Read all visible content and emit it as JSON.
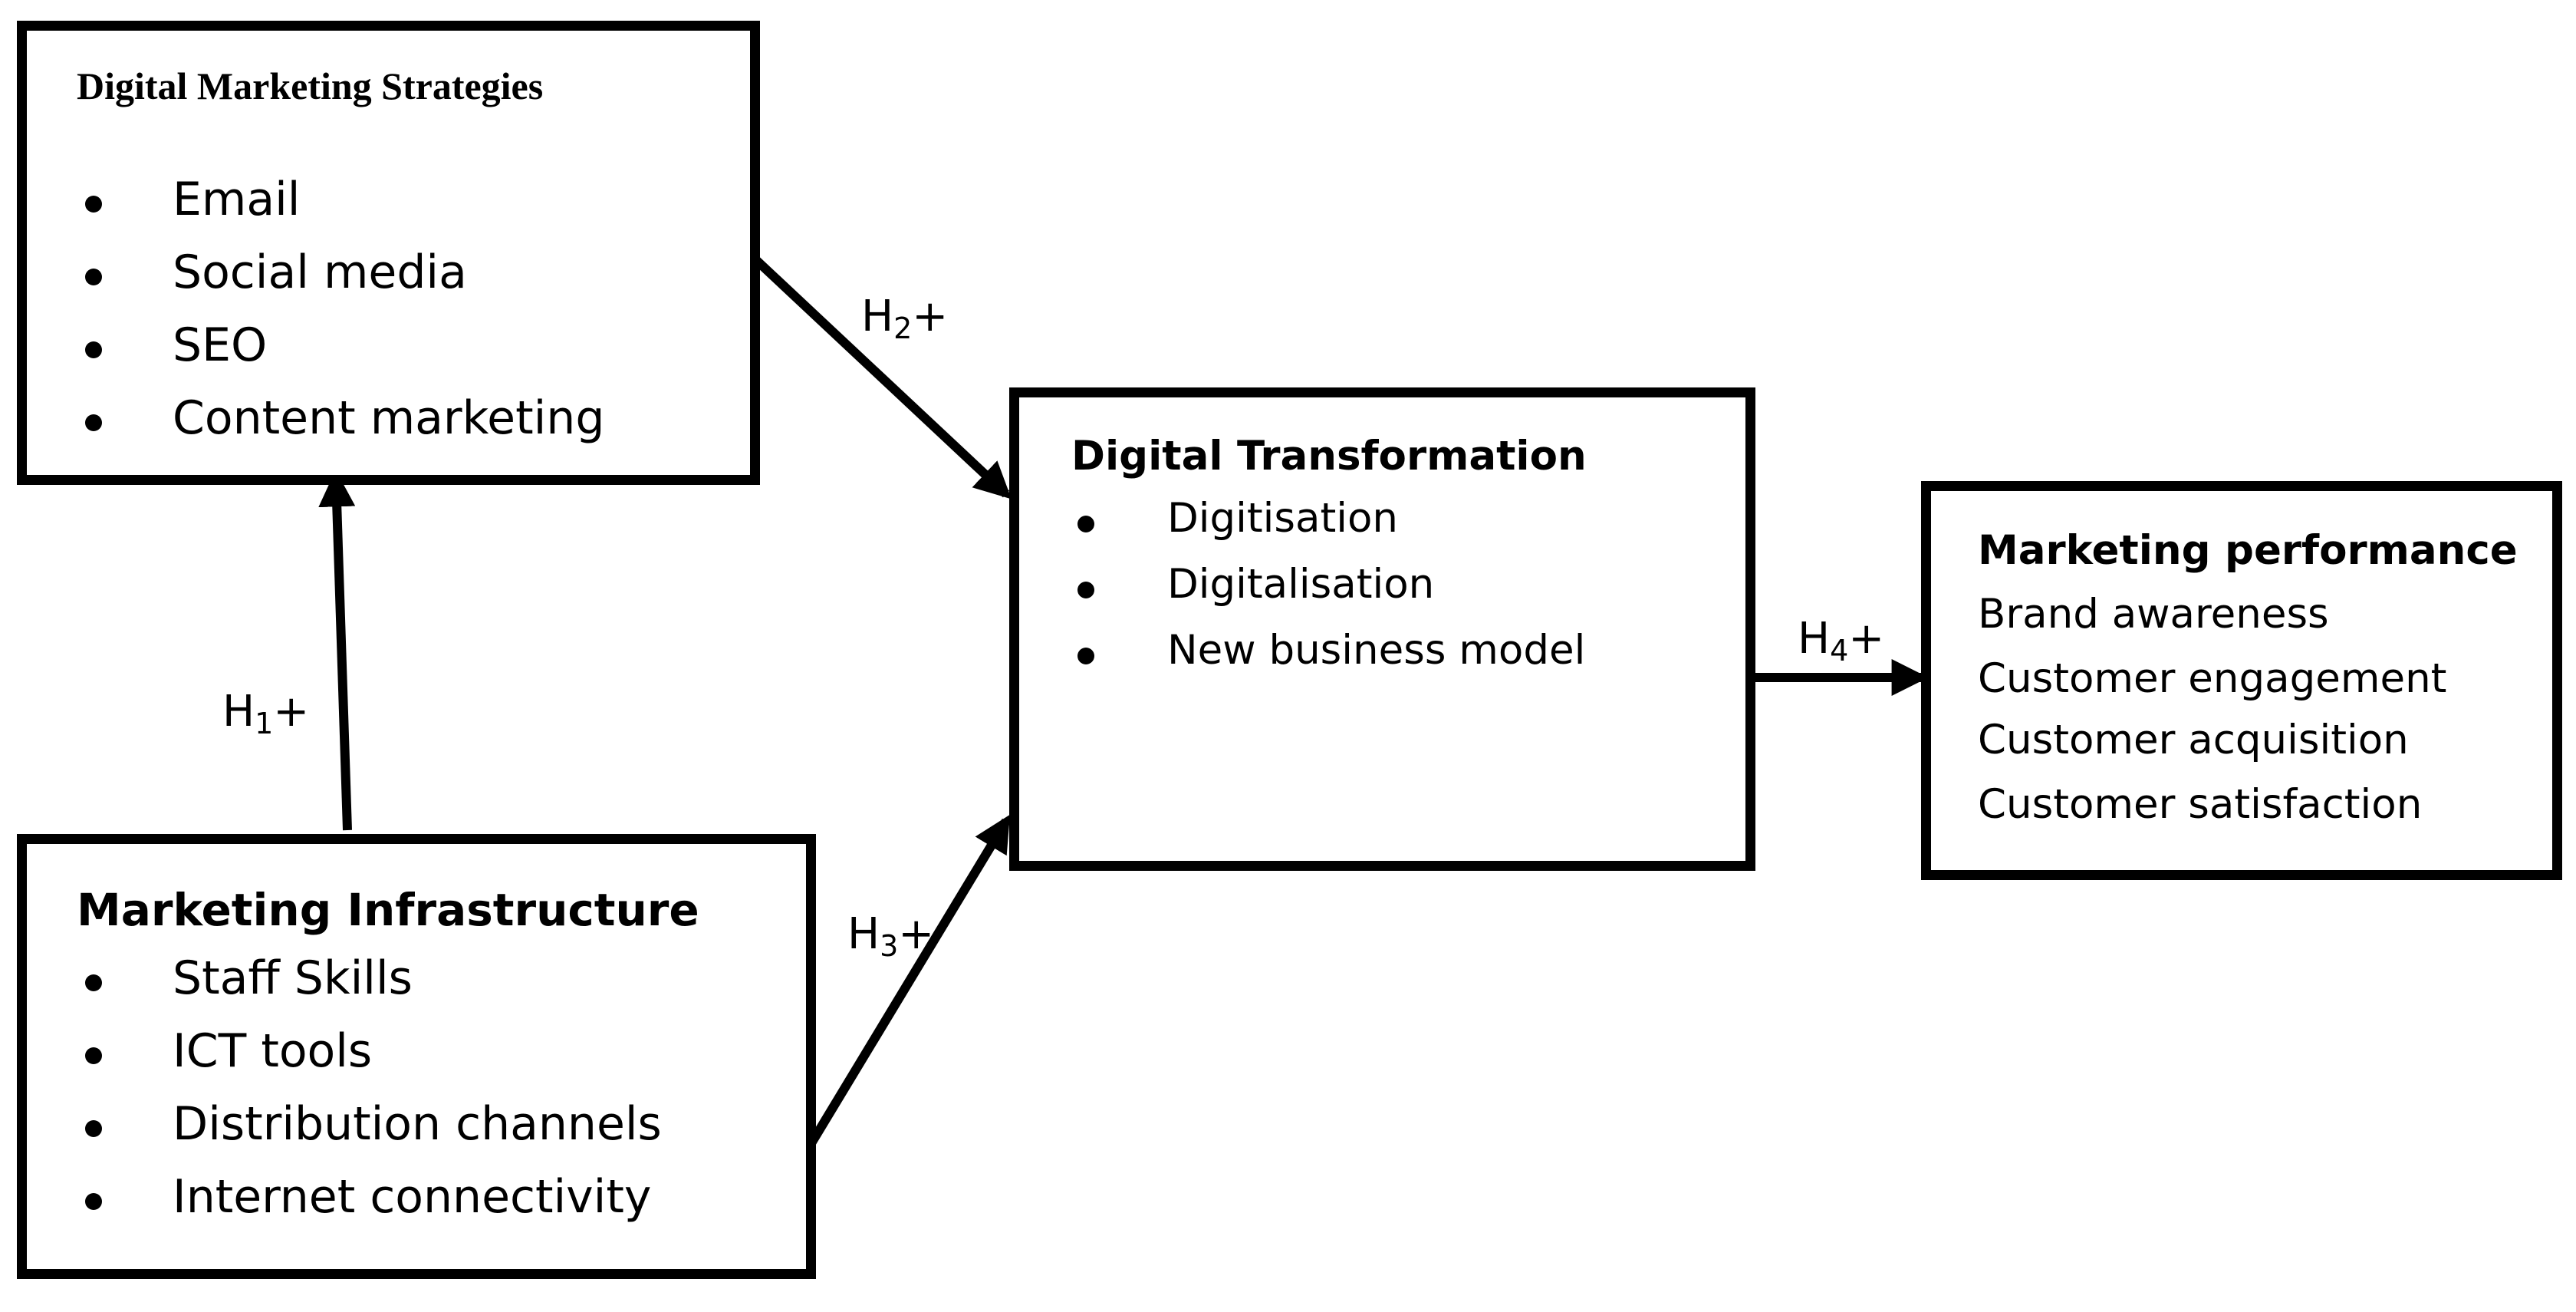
{
  "boxes": {
    "strategies": {
      "title": "Digital Marketing Strategies",
      "items": [
        "Email",
        "Social media",
        "SEO",
        "Content marketing"
      ]
    },
    "infrastructure": {
      "title": "Marketing Infrastructure",
      "items": [
        "Staff Skills",
        "ICT tools",
        "Distribution channels",
        "Internet connectivity"
      ]
    },
    "transformation": {
      "title": "Digital Transformation",
      "items": [
        "Digitisation",
        "Digitalisation",
        "New business model"
      ]
    },
    "performance": {
      "title": "Marketing performance",
      "items": [
        "Brand awareness",
        "Customer engagement",
        "Customer acquisition",
        "Customer satisfaction"
      ]
    }
  },
  "hypotheses": {
    "h1": {
      "letter": "H",
      "index": "1",
      "sign": "+"
    },
    "h2": {
      "letter": "H",
      "index": "2",
      "sign": "+"
    },
    "h3": {
      "letter": "H",
      "index": "3",
      "sign": "+"
    },
    "h4": {
      "letter": "H",
      "index": "4",
      "sign": "+"
    }
  },
  "colors": {
    "stroke": "#000000",
    "background": "#ffffff"
  }
}
